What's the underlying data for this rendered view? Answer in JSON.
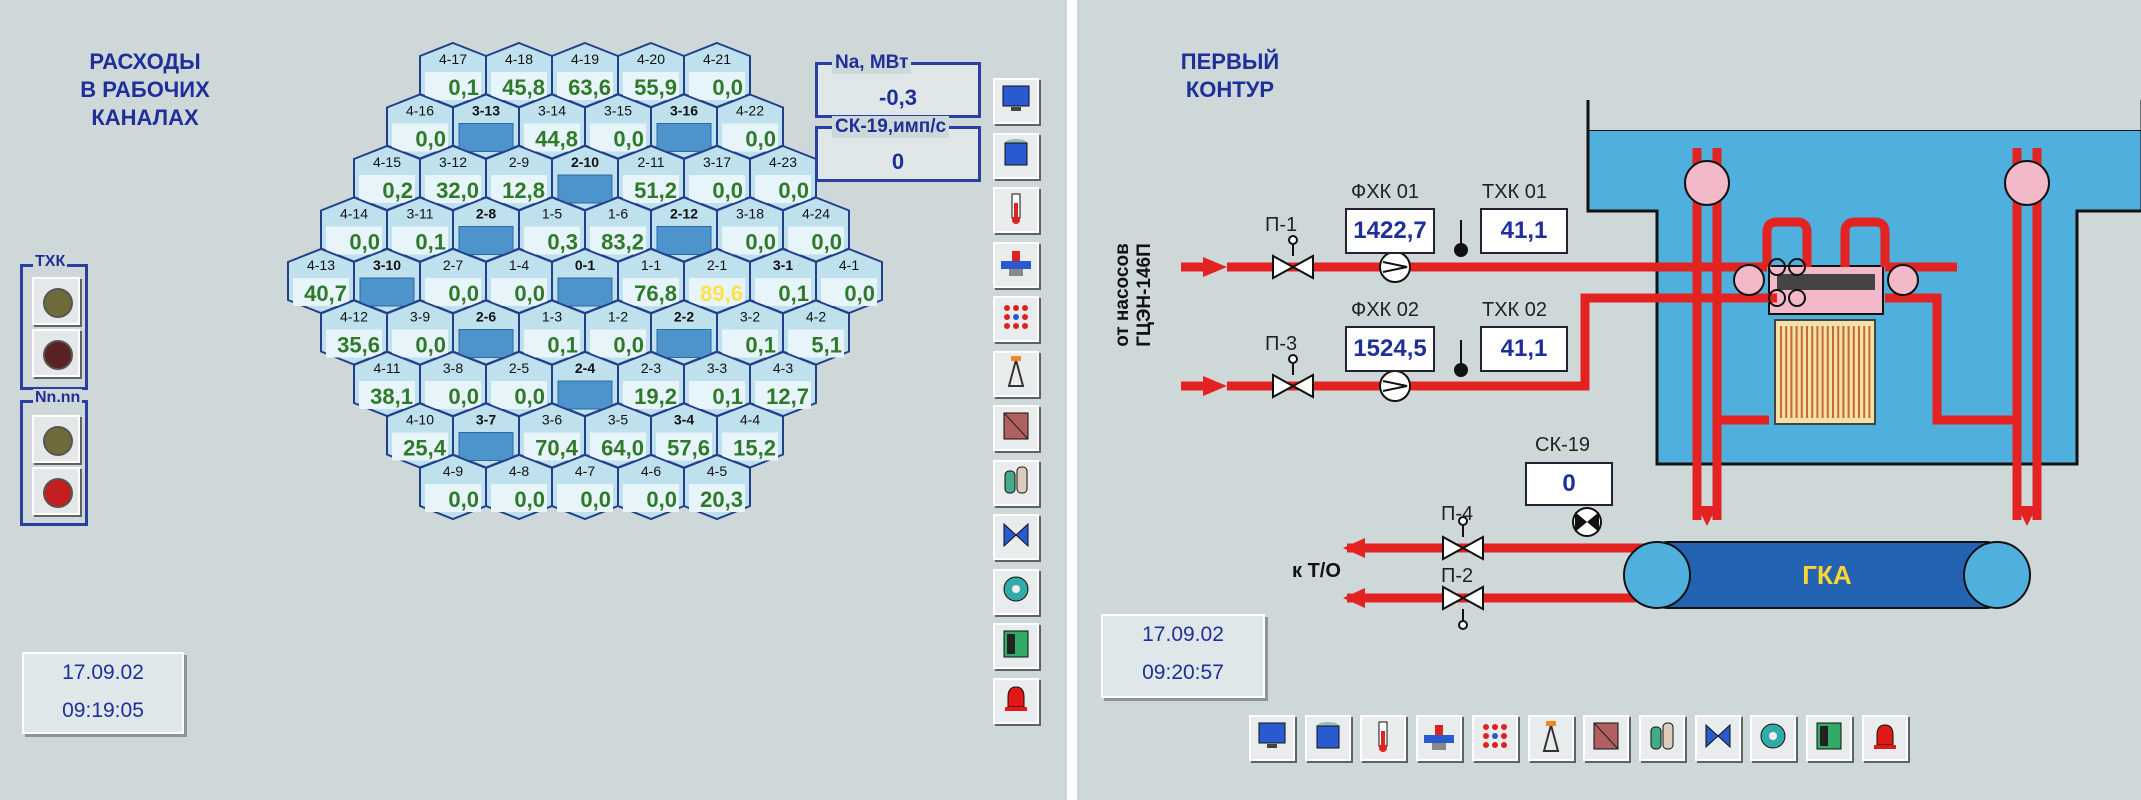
{
  "left": {
    "title_lines": [
      "РАСХОДЫ",
      "В РАБОЧИХ",
      "КАНАЛАХ"
    ],
    "na_box": {
      "label": "Na, МВт",
      "value": "-0,3"
    },
    "sk_box": {
      "label": "СК-19,имп/с",
      "value": "0"
    },
    "lamp_group_1": {
      "label": "ТХК"
    },
    "lamp_group_2": {
      "label": "Nn.nn"
    },
    "date": "17.09.02",
    "time": "09:19:05",
    "rows": [
      [
        [
          "4-17",
          "0,1"
        ],
        [
          "4-18",
          "45,8"
        ],
        [
          "4-19",
          "63,6"
        ],
        [
          "4-20",
          "55,9"
        ],
        [
          "4-21",
          "0,0"
        ]
      ],
      [
        [
          "4-16",
          "0,0"
        ],
        [
          "3-13",
          ""
        ],
        [
          "3-14",
          "44,8"
        ],
        [
          "3-15",
          "0,0"
        ],
        [
          "3-16",
          ""
        ],
        [
          "4-22",
          "0,0"
        ]
      ],
      [
        [
          "4-15",
          "0,2"
        ],
        [
          "3-12",
          "32,0"
        ],
        [
          "2-9",
          "12,8"
        ],
        [
          "2-10",
          ""
        ],
        [
          "2-11",
          "51,2"
        ],
        [
          "3-17",
          "0,0"
        ],
        [
          "4-23",
          "0,0"
        ]
      ],
      [
        [
          "4-14",
          "0,0"
        ],
        [
          "3-11",
          "0,1"
        ],
        [
          "2-8",
          ""
        ],
        [
          "1-5",
          "0,3"
        ],
        [
          "1-6",
          "83,2"
        ],
        [
          "2-12",
          ""
        ],
        [
          "3-18",
          "0,0"
        ],
        [
          "4-24",
          "0,0"
        ]
      ],
      [
        [
          "4-13",
          "40,7"
        ],
        [
          "3-10",
          ""
        ],
        [
          "2-7",
          "0,0"
        ],
        [
          "1-4",
          "0,0"
        ],
        [
          "0-1",
          ""
        ],
        [
          "1-1",
          "76,8"
        ],
        [
          "2-1",
          "89,6"
        ],
        [
          "3-1",
          "0,1"
        ],
        [
          "4-1",
          "0,0"
        ]
      ],
      [
        [
          "4-12",
          "35,6"
        ],
        [
          "3-9",
          "0,0"
        ],
        [
          "2-6",
          ""
        ],
        [
          "1-3",
          "0,1"
        ],
        [
          "1-2",
          "0,0"
        ],
        [
          "2-2",
          ""
        ],
        [
          "3-2",
          "0,1"
        ],
        [
          "4-2",
          "5,1"
        ]
      ],
      [
        [
          "4-11",
          "38,1"
        ],
        [
          "3-8",
          "0,0"
        ],
        [
          "2-5",
          "0,0"
        ],
        [
          "2-4",
          ""
        ],
        [
          "2-3",
          "19,2"
        ],
        [
          "3-3",
          "0,1"
        ],
        [
          "4-3",
          "12,7"
        ]
      ],
      [
        [
          "4-10",
          "25,4"
        ],
        [
          "3-7",
          ""
        ],
        [
          "3-6",
          "70,4"
        ],
        [
          "3-5",
          "64,0"
        ],
        [
          "3-4",
          "57,6"
        ],
        [
          "4-4",
          "15,2"
        ]
      ],
      [
        [
          "4-9",
          "0,0"
        ],
        [
          "4-8",
          "0,0"
        ],
        [
          "4-7",
          "0,0"
        ],
        [
          "4-6",
          "0,0"
        ],
        [
          "4-5",
          "20,3"
        ]
      ]
    ],
    "bold_labels": [
      "3-13",
      "3-16",
      "2-10",
      "2-8",
      "2-12",
      "3-10",
      "0-1",
      "3-1",
      "2-6",
      "2-2",
      "2-4",
      "3-7",
      "3-4"
    ],
    "highlight_cells": [
      "2-1"
    ],
    "colors": {
      "value": "#2f7a2a",
      "highlight": "#ffe24a",
      "control": "#4d93cc",
      "cell": "#bfe1ee",
      "cell_border": "#233f8c"
    }
  },
  "right": {
    "title_lines": [
      "ПЕРВЫЙ",
      "КОНТУР"
    ],
    "fhk01": {
      "label": "ФХК 01",
      "value": "1422,7"
    },
    "thk01": {
      "label": "ТХК 01",
      "value": "41,1"
    },
    "fhk02": {
      "label": "ФХК 02",
      "value": "1524,5"
    },
    "thk02": {
      "label": "ТХК 02",
      "value": "41,1"
    },
    "sk19": {
      "label": "СК-19",
      "value": "0"
    },
    "valves": {
      "p1": "П-1",
      "p2": "П-2",
      "p3": "П-3",
      "p4": "П-4"
    },
    "side_text": [
      "от насосов",
      "ГЦЭН-146П"
    ],
    "to_label": "к Т/О",
    "gka_label": "ГКА",
    "date": "17.09.02",
    "time": "09:20:57"
  },
  "toolbar_icons": [
    "monitor-icon",
    "tank-icon",
    "thermometer-icon",
    "valve-pipe-icon",
    "dot-matrix-icon",
    "tower-icon",
    "heater-icon",
    "separator-icon",
    "butterfly-valve-icon",
    "pump-icon",
    "cabinet-icon",
    "alarm-bell-icon"
  ]
}
